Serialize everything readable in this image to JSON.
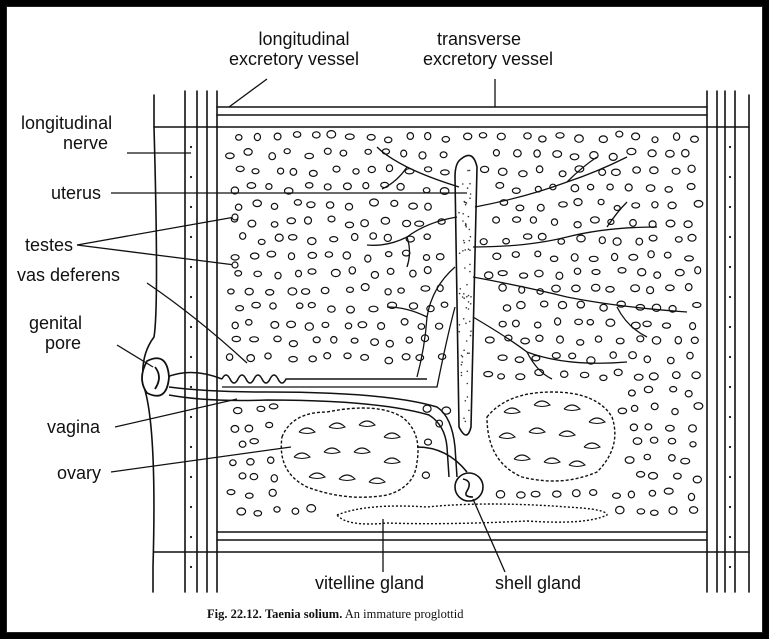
{
  "labels": {
    "longitudinal_excretory_vessel": [
      "longitudinal",
      "excretory vessel"
    ],
    "transverse_excretory_vessel": [
      "transverse",
      "excretory vessel"
    ],
    "longitudinal_nerve": [
      "longitudinal",
      "nerve"
    ],
    "uterus": "uterus",
    "testes": "testes",
    "vas_deferens": "vas deferens",
    "genital_pore": [
      "genital",
      "pore"
    ],
    "vagina": "vagina",
    "ovary": "ovary",
    "vitelline_gland": "vitelline gland",
    "shell_gland": "shell gland"
  },
  "caption": {
    "fig_number": "Fig. 22.12.",
    "species": "Taenia solium.",
    "description": "An immature proglottid"
  }
}
